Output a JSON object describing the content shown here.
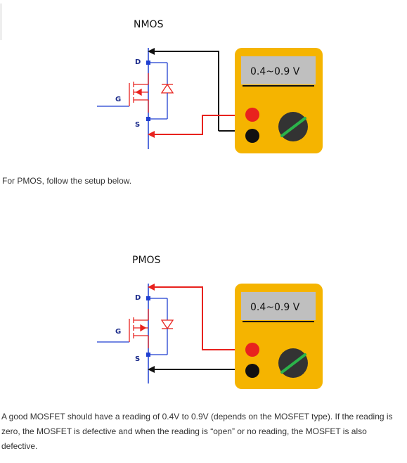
{
  "diagrams": [
    {
      "title": "NMOS",
      "pins": {
        "drain": "D",
        "gate": "G",
        "source": "S"
      },
      "meter_reading": "0.4~0.9 V"
    },
    {
      "title": "PMOS",
      "pins": {
        "drain": "D",
        "gate": "G",
        "source": "S"
      },
      "meter_reading": "0.4~0.9 V"
    }
  ],
  "text": {
    "pmos_intro": "For PMOS, follow the setup below.",
    "conclusion": "A good MOSFET should have a reading of 0.4V to 0.9V (depends on the MOSFET type). If the reading is zero, the MOSFET is defective and when the reading is “open” or no reading, the MOSFET is also defective."
  },
  "colors": {
    "meter_body": "#f5b400",
    "meter_screen": "#bfbfbf",
    "red_lead": "#e8221e",
    "black_lead": "#111111",
    "knob_stripe": "#2bb34a",
    "circuit_blue": "#1f3fd1",
    "circuit_red": "#e8221e"
  }
}
